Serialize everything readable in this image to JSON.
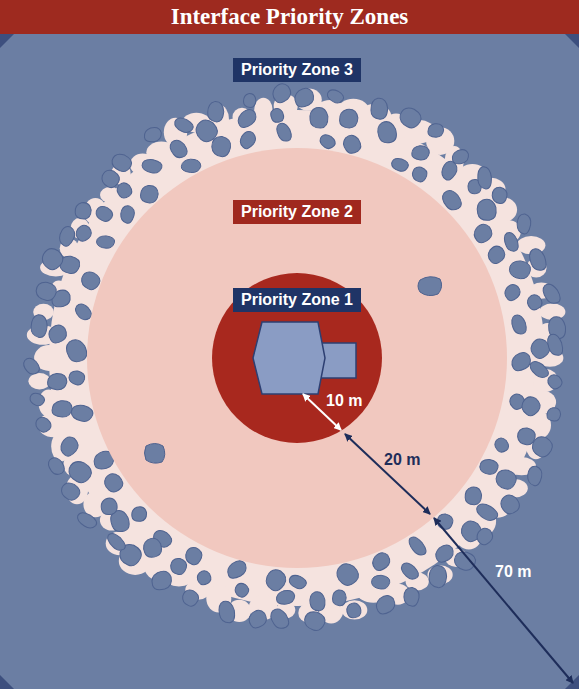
{
  "diagram": {
    "title": "Interface Priority Zones",
    "nodes": [
      {
        "text": [
          "Priority Zone 3"
        ]
      },
      {
        "text": [
          "Priority Zone 2"
        ],
        "in": 0
      },
      {
        "text": [
          "Priority Zone 1"
        ],
        "in": 1
      }
    ],
    "labels": [
      "10 m",
      "20 m",
      "70 m"
    ]
  }
}
